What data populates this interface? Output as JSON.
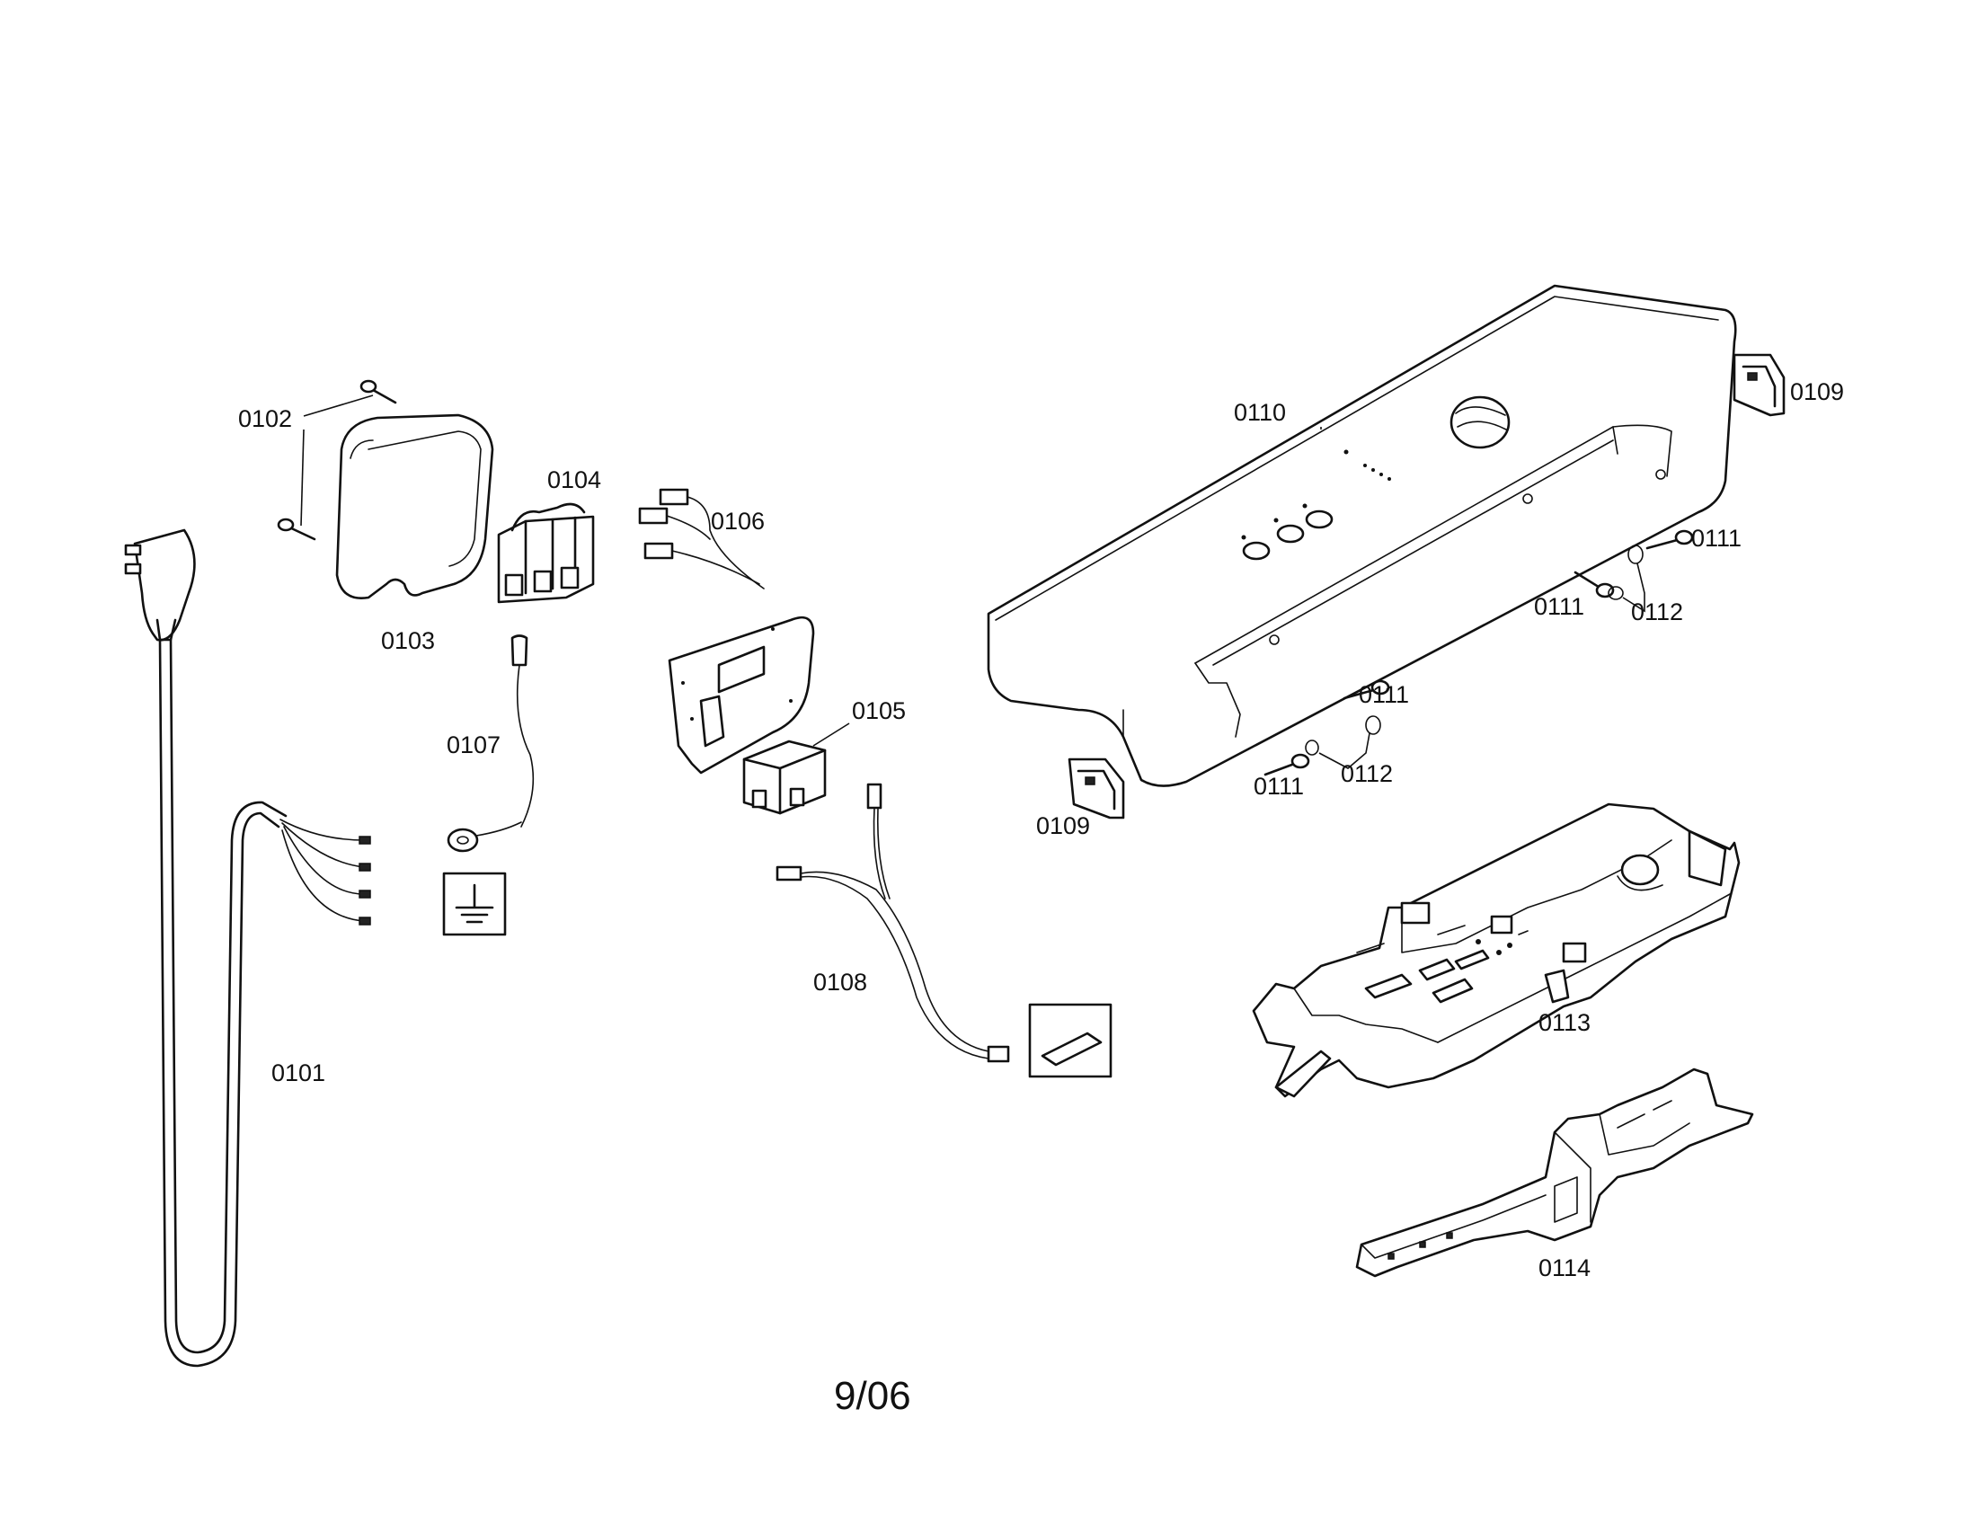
{
  "labels": {
    "p0101": "0101",
    "p0102": "0102",
    "p0103": "0103",
    "p0104": "0104",
    "p0105": "0105",
    "p0106": "0106",
    "p0107": "0107",
    "p0108": "0108",
    "p0109a": "0109",
    "p0109b": "0109",
    "p0110": "0110",
    "p0111a": "0111",
    "p0111b": "0111",
    "p0111c": "0111",
    "p0111d": "0111",
    "p0112a": "0112",
    "p0112b": "0112",
    "p0113": "0113",
    "p0114": "0114"
  },
  "footer": {
    "date": "9/06"
  }
}
